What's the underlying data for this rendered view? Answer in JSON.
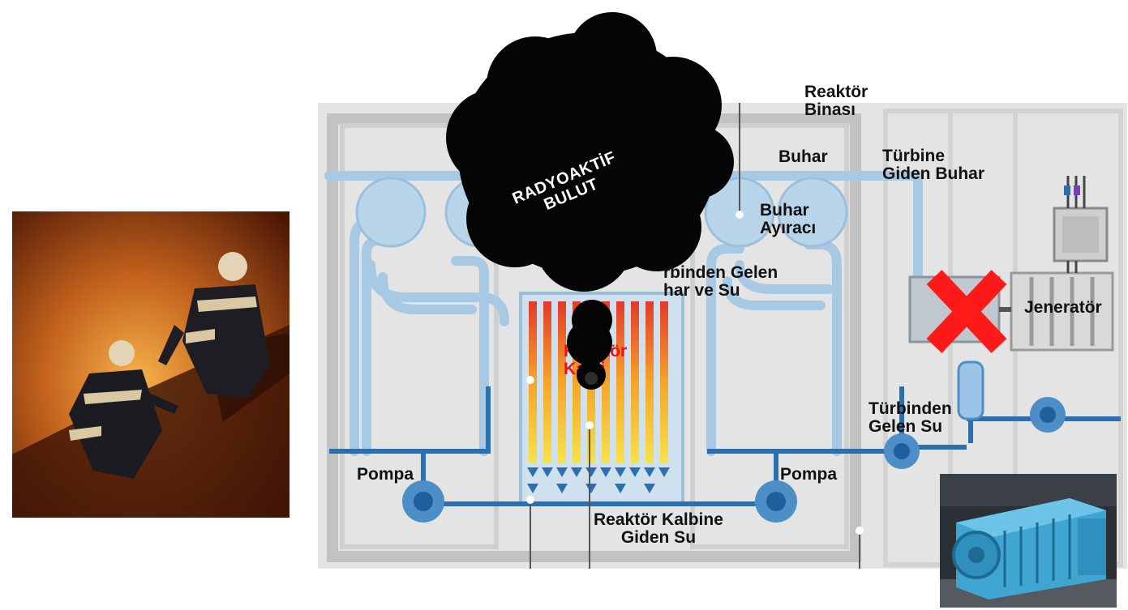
{
  "labels": {
    "reaktor_binasi": [
      "Reaktör",
      "Binası"
    ],
    "buhar": "Buhar",
    "turbine_giden_buhar": [
      "Türbine",
      "Giden Buhar"
    ],
    "buhar_ayiraci": [
      "Buhar",
      "Ayıracı"
    ],
    "turbinden_gelen_buhar": [
      "rbinden Gelen",
      "har ve Su"
    ],
    "jenerator": "Jeneratör",
    "reaktor_kalbi": [
      "Reaktör",
      "Kalbi"
    ],
    "turbinden_gelen_su": [
      "Türbinden",
      "Gelen Su"
    ],
    "pompa_left": "Pompa",
    "pompa_right": "Pompa",
    "reaktor_kalbine_giden_su": [
      "Reaktör Kalbine",
      "Giden Su"
    ]
  },
  "cloud": {
    "text": [
      "RADYOAKTİF",
      "BULUT"
    ]
  },
  "colors": {
    "pipe": "#a8c9e3",
    "pipe_dark": "#2a6fb0",
    "building": "#c9c9c9",
    "cross": "#ff1a1a",
    "cloud": "#050505"
  }
}
